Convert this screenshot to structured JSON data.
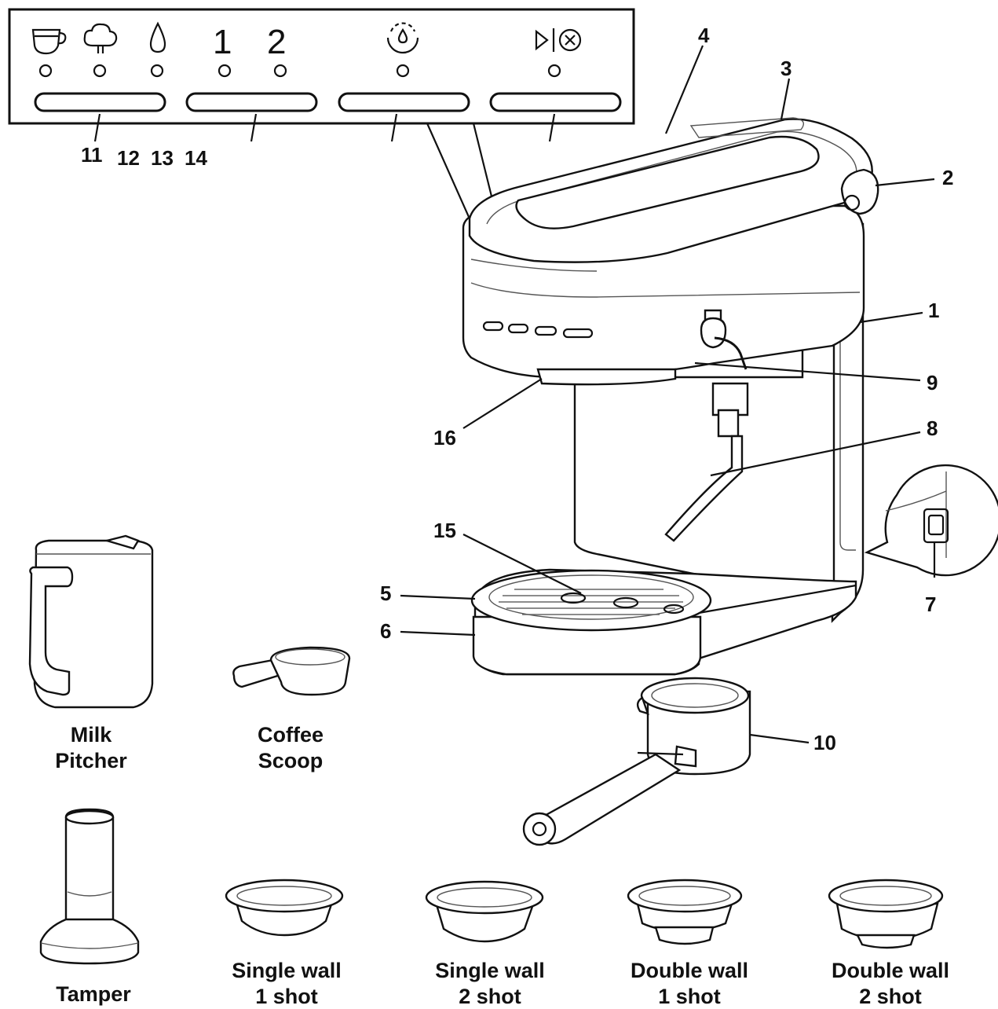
{
  "control_panel": {
    "digit_one": "1",
    "digit_two": "2",
    "icons": [
      "cup-icon",
      "steam-icon",
      "water-drop-icon",
      "descale-icon",
      "play-cancel-icon"
    ]
  },
  "callouts": {
    "c1": "1",
    "c2": "2",
    "c3": "3",
    "c4": "4",
    "c5": "5",
    "c6": "6",
    "c7": "7",
    "c8": "8",
    "c9": "9",
    "c10": "10",
    "c11": "11",
    "c12": "12",
    "c13": "13",
    "c14": "14",
    "c15": "15",
    "c16": "16"
  },
  "accessories": {
    "milk_pitcher": [
      "Milk",
      "Pitcher"
    ],
    "coffee_scoop": [
      "Coffee",
      "Scoop"
    ],
    "tamper": "Tamper",
    "baskets": [
      [
        "Single wall",
        "1 shot"
      ],
      [
        "Single wall",
        "2 shot"
      ],
      [
        "Double wall",
        "1 shot"
      ],
      [
        "Double wall",
        "2 shot"
      ]
    ]
  }
}
